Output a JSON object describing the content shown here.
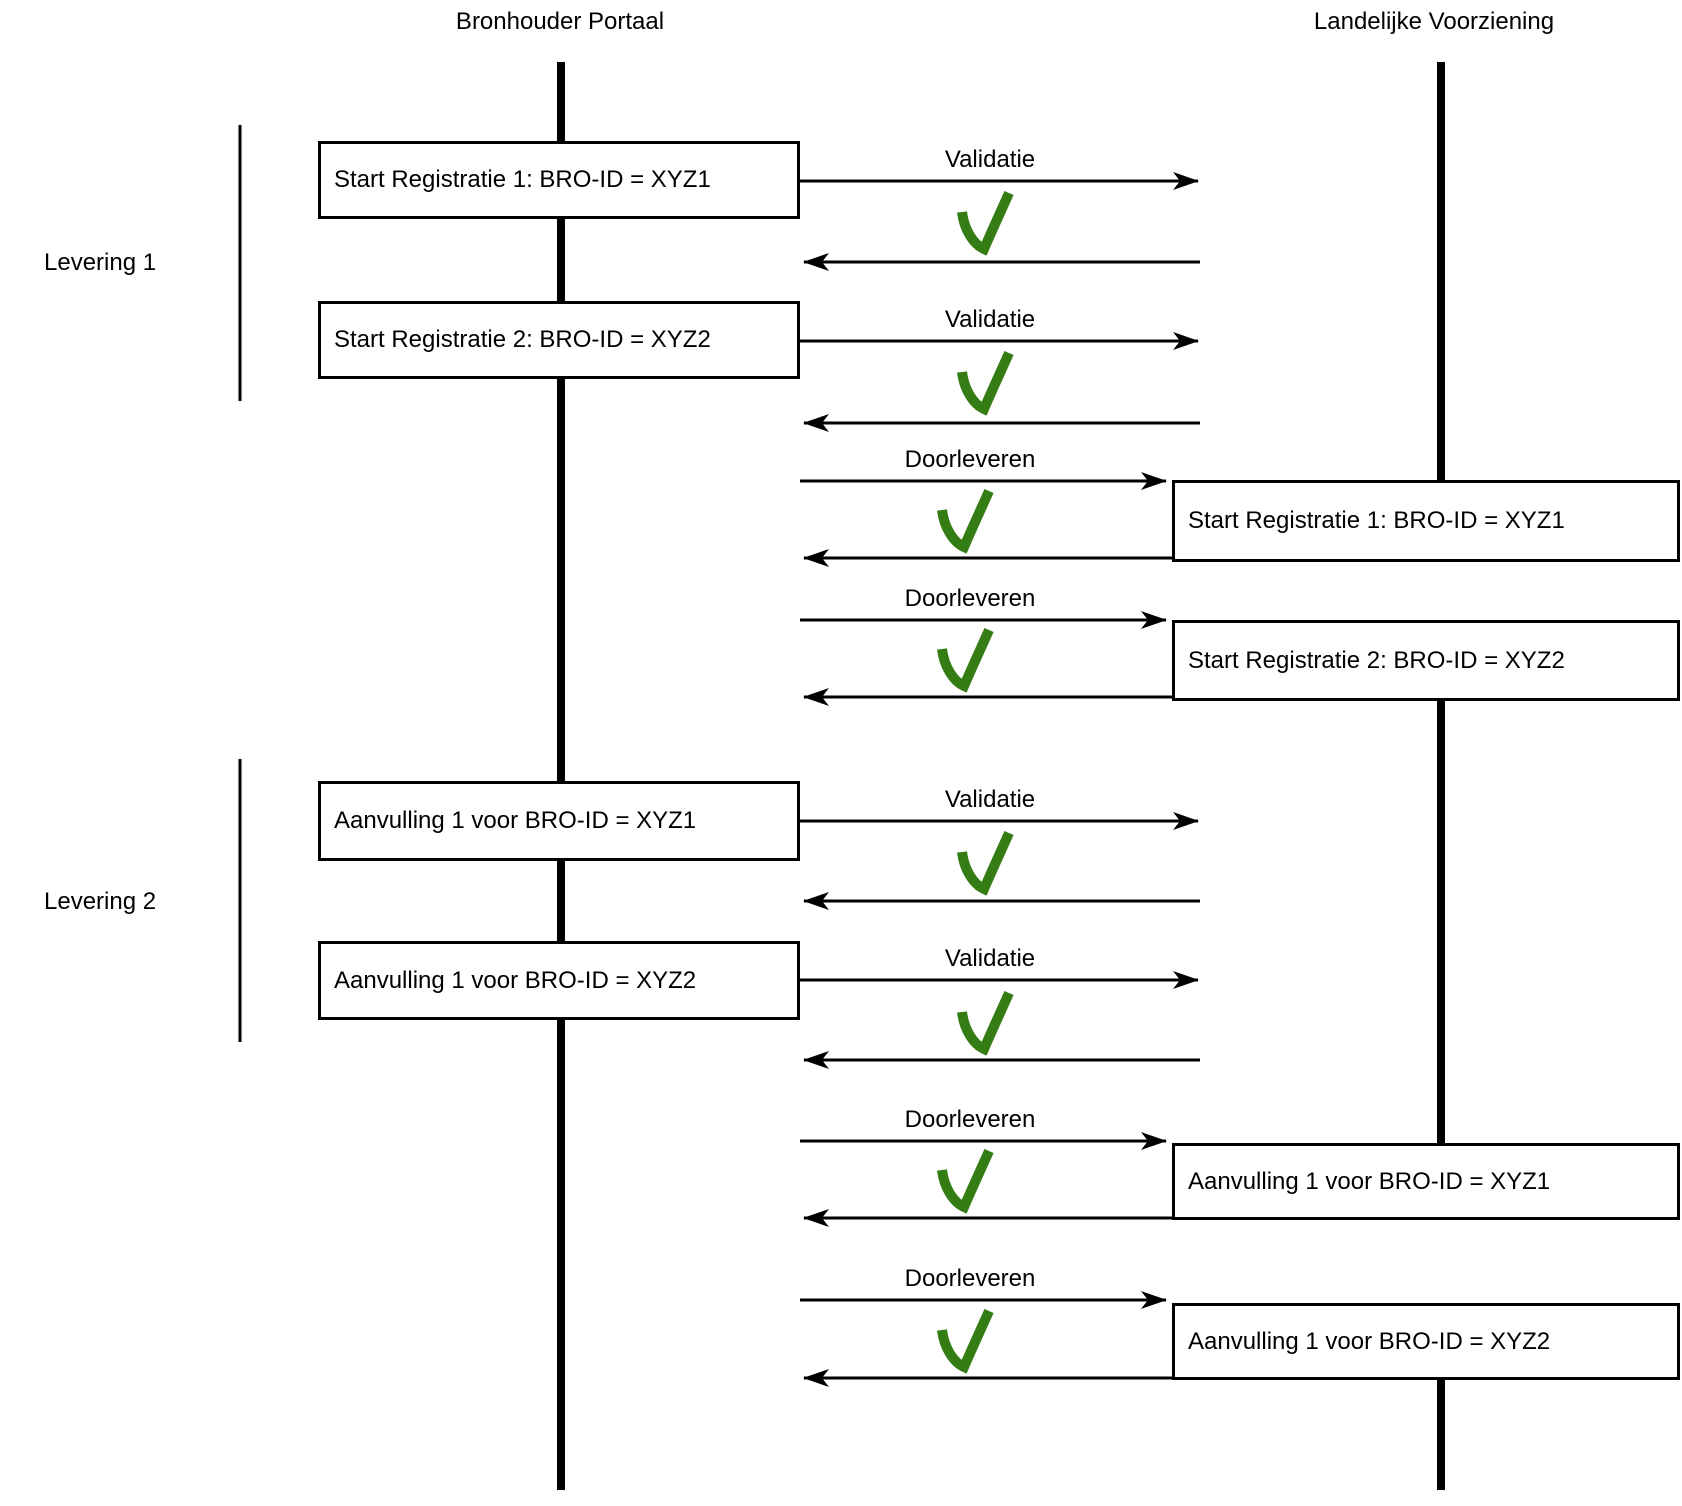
{
  "titles": {
    "left_actor": "Bronhouder Portaal",
    "right_actor": "Landelijke Voorziening"
  },
  "groups": [
    {
      "label": "Levering 1"
    },
    {
      "label": "Levering 2"
    }
  ],
  "bronhouder_boxes": [
    "Start Registratie 1: BRO-ID = XYZ1",
    "Start Registratie 2: BRO-ID = XYZ2",
    "Aanvulling 1 voor BRO-ID = XYZ1",
    "Aanvulling 1 voor BRO-ID = XYZ2"
  ],
  "landelijke_boxes": [
    "Start Registratie 1: BRO-ID = XYZ1",
    "Start Registratie 2: BRO-ID = XYZ2",
    "Aanvulling 1 voor BRO-ID = XYZ1",
    "Aanvulling 1 voor BRO-ID = XYZ2"
  ],
  "exchanges": [
    {
      "label": "Validatie",
      "result_icon": "green-check"
    },
    {
      "label": "Validatie",
      "result_icon": "green-check"
    },
    {
      "label": "Doorleveren",
      "result_icon": "green-check"
    },
    {
      "label": "Doorleveren",
      "result_icon": "green-check"
    },
    {
      "label": "Validatie",
      "result_icon": "green-check"
    },
    {
      "label": "Validatie",
      "result_icon": "green-check"
    },
    {
      "label": "Doorleveren",
      "result_icon": "green-check"
    },
    {
      "label": "Doorleveren",
      "result_icon": "green-check"
    }
  ],
  "colors": {
    "line": "#000000",
    "check_green": "#347d14",
    "background": "#ffffff"
  }
}
